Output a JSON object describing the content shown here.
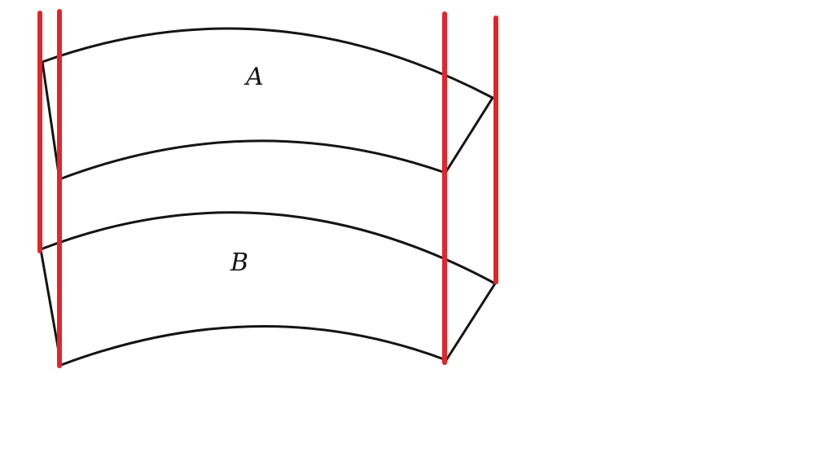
{
  "shapes": [
    {
      "id": "A",
      "label": "A"
    },
    {
      "id": "B",
      "label": "B"
    }
  ],
  "colors": {
    "background": "#ffffff",
    "outline": "#141414",
    "guide_lines": "#e0262b"
  }
}
